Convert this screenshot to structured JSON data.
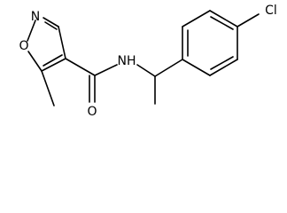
{
  "molecule": {
    "atoms": [
      {
        "id": "n_isox",
        "label": "N",
        "name": "isoxazole-nitrogen-label"
      },
      {
        "id": "o_ring",
        "label": "O",
        "name": "isoxazole-oxygen-label"
      },
      {
        "id": "o_carbonyl",
        "label": "O",
        "name": "carbonyl-oxygen-label"
      },
      {
        "id": "nh",
        "label": "NH",
        "name": "amide-nitrogen-label"
      },
      {
        "id": "cl",
        "label": "Cl",
        "name": "chlorine-label"
      }
    ]
  }
}
